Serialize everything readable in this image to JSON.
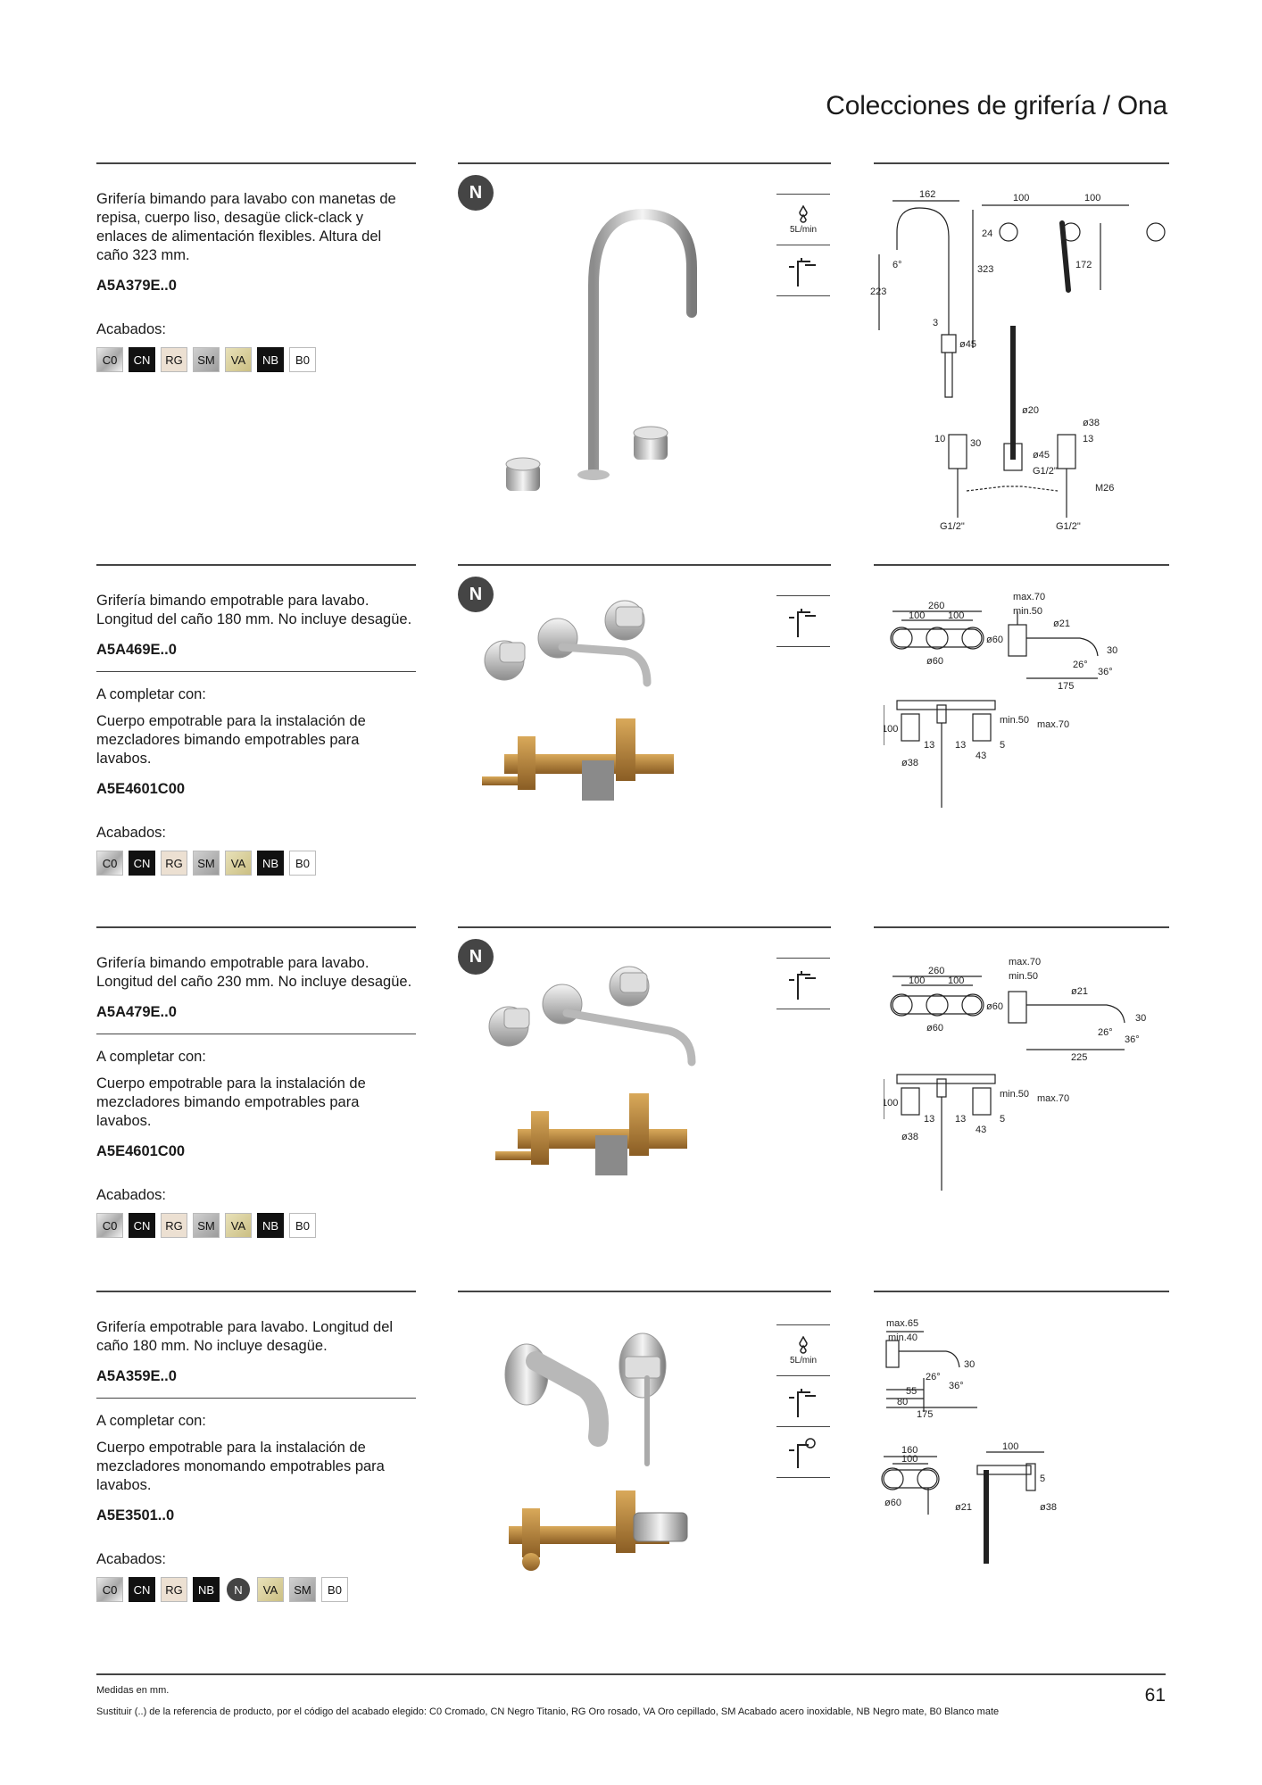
{
  "header": {
    "title": "Colecciones de grifería / Ona"
  },
  "finish_label": "Acabados:",
  "complete_label": "A completar con:",
  "products": [
    {
      "description": "Grifería bimando para lavabo con manetas de repisa, cuerpo liso, desagüe click-clack y enlaces de alimentación flexibles. Altura del caño 323 mm.",
      "code": "A5A379E..0",
      "is_new": true,
      "new_badge": "N",
      "finishes": [
        "C0",
        "CN",
        "RG",
        "SM",
        "VA",
        "NB",
        "B0"
      ],
      "icons": [
        "5L/min"
      ],
      "dimensions": [
        "162",
        "100",
        "100",
        "24",
        "6°",
        "172",
        "223",
        "323",
        "3",
        "ø45",
        "ø20",
        "ø38",
        "10",
        "30",
        "13",
        "ø45",
        "G1/2\"",
        "M26",
        "G1/2\"",
        "G1/2\""
      ]
    },
    {
      "description": "Grifería bimando empotrable para lavabo. Longitud del caño 180 mm. No incluye desagüe.",
      "code": "A5A469E..0",
      "is_new": true,
      "new_badge": "N",
      "complement_description": "Cuerpo empotrable para la instalación de mezcladores bimando empotrables para lavabos.",
      "complement_code": "A5E4601C00",
      "finishes": [
        "C0",
        "CN",
        "RG",
        "SM",
        "VA",
        "NB",
        "B0"
      ],
      "dimensions": [
        "260",
        "100",
        "100",
        "ø60",
        "ø60",
        "max.70",
        "min.50",
        "ø21",
        "30",
        "26°",
        "36°",
        "175",
        "100",
        "min.50",
        "max.70",
        "13",
        "13",
        "43",
        "5",
        "ø38"
      ]
    },
    {
      "description": "Grifería bimando empotrable para lavabo. Longitud del caño 230 mm. No incluye desagüe.",
      "code": "A5A479E..0",
      "is_new": true,
      "new_badge": "N",
      "complement_description": "Cuerpo empotrable para la instalación de mezcladores bimando empotrables para lavabos.",
      "complement_code": "A5E4601C00",
      "finishes": [
        "C0",
        "CN",
        "RG",
        "SM",
        "VA",
        "NB",
        "B0"
      ],
      "dimensions": [
        "260",
        "100",
        "100",
        "ø60",
        "ø60",
        "max.70",
        "min.50",
        "ø21",
        "30",
        "26°",
        "36°",
        "225",
        "100",
        "min.50",
        "max.70",
        "13",
        "13",
        "43",
        "5",
        "ø38"
      ]
    },
    {
      "description": "Grifería empotrable para lavabo. Longitud del caño 180 mm. No incluye desagüe.",
      "code": "A5A359E..0",
      "is_new": false,
      "complement_description": "Cuerpo empotrable para la instalación de mezcladores monomando empotrables para lavabos.",
      "complement_code": "A5E3501..0",
      "finishes": [
        "C0",
        "CN",
        "RG",
        "NB",
        "N",
        "VA",
        "SM",
        "B0"
      ],
      "icons": [
        "5L/min"
      ],
      "dimensions": [
        "max.65",
        "min.40",
        "30",
        "26°",
        "36°",
        "55",
        "80",
        "175",
        "160",
        "100",
        "ø60",
        "100",
        "5",
        "ø21",
        "ø38"
      ]
    }
  ],
  "footer": {
    "measures": "Medidas en mm.",
    "note": "Sustituir (..) de la referencia de producto, por el código del acabado elegido: C0 Cromado, CN Negro Titanio, RG Oro rosado, VA Oro cepillado, SM Acabado acero inoxidable, NB Negro mate, B0 Blanco mate",
    "page_number": "61"
  }
}
